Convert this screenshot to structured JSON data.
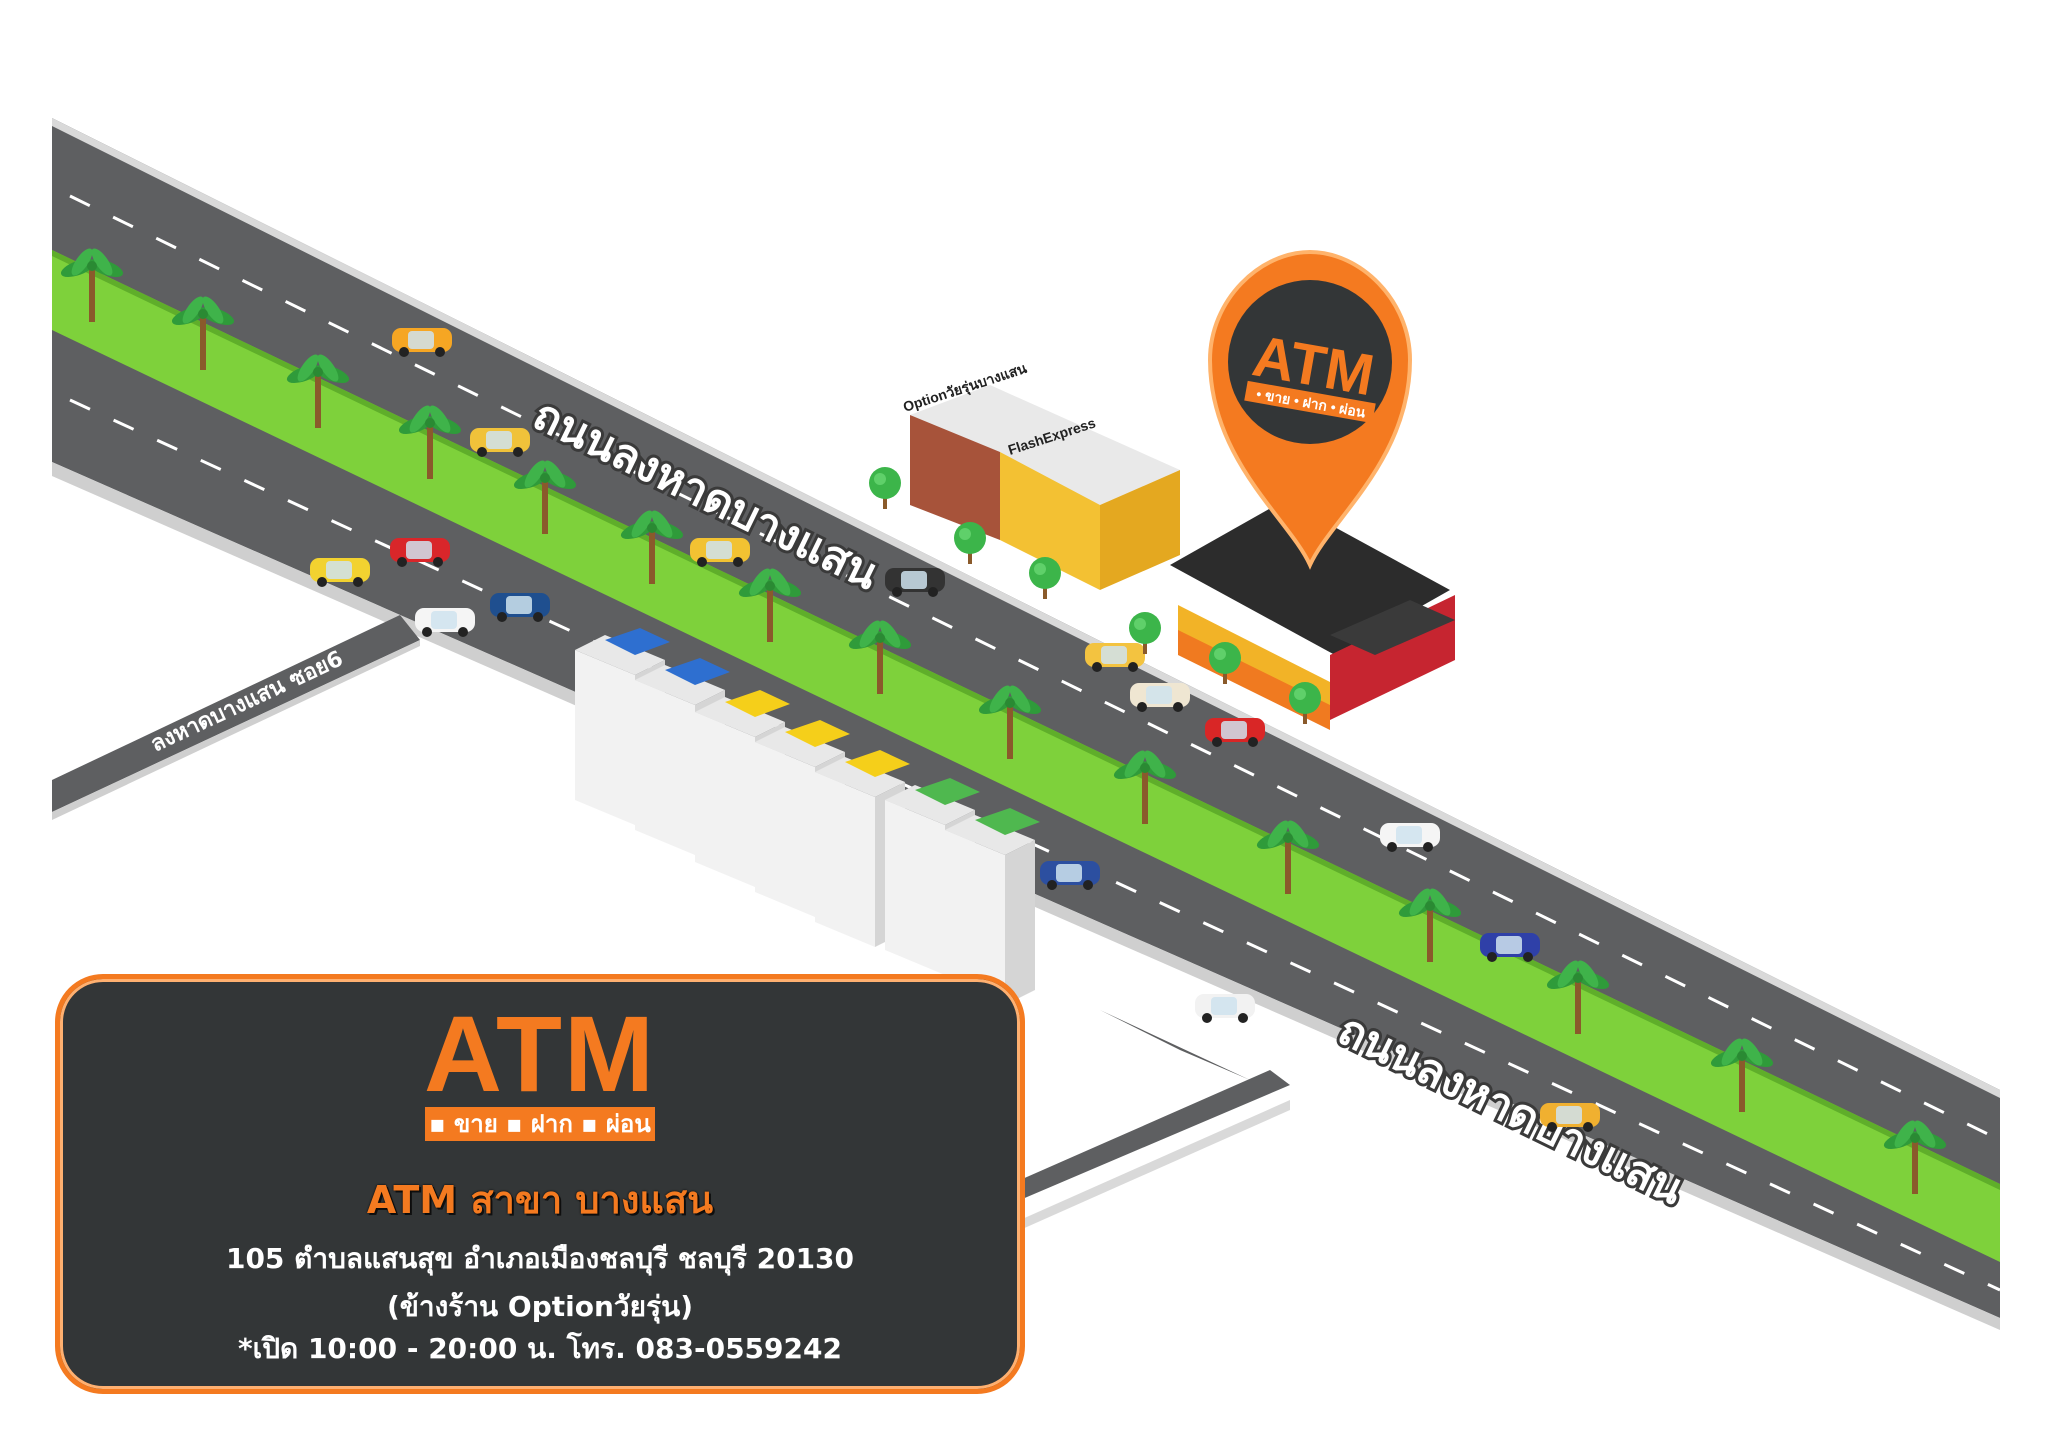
{
  "map": {
    "main_road_label_top": "ถนนลงหาดบางแสน",
    "main_road_label_bottom": "ถนนลงหาดบางแสน",
    "side_road_label": "ลงหาดบางแสน ซอย6",
    "shop_label_1": "Optionวัยรุ่นบางแสน",
    "shop_label_2": "FlashExpress"
  },
  "pin": {
    "logo_text": "ATM",
    "tagline": "• ขาย • ฝาก • ผ่อน"
  },
  "card": {
    "logo_text": "ATM",
    "tagline": "▪ ขาย ▪ ฝาก ▪ ผ่อน",
    "branch_title": "ATM สาขา บางแสน",
    "address": "105 ตำบลแสนสุข อำเภอเมืองชลบุรี ชลบุรี 20130",
    "note": "(ข้างร้าน Optionวัยรุ่น)",
    "hours_phone": "*เปิด 10:00 - 20:00 น. โทร. 083-0559242"
  },
  "colors": {
    "brand_orange": "#f47a20",
    "road": "#5e5f61",
    "median": "#7ed13b",
    "card_bg": "#333637"
  }
}
